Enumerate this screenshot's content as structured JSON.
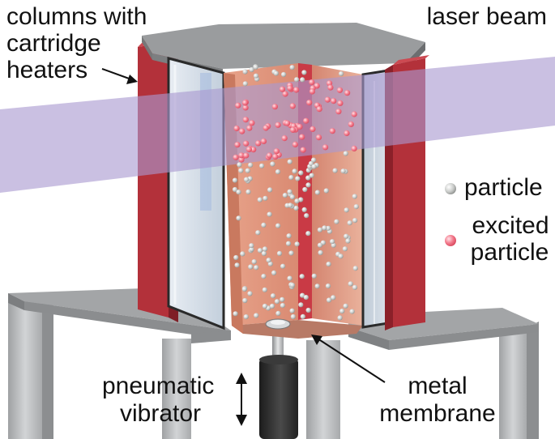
{
  "labels": {
    "heaters_line1": "columns with",
    "heaters_line2": "cartridge",
    "heaters_line3": "heaters",
    "laser": "laser beam",
    "particle": "particle",
    "excited_line1": "excited",
    "excited_line2": "particle",
    "vibrator_line1": "pneumatic",
    "vibrator_line2": "vibrator",
    "membrane_line1": "metal",
    "membrane_line2": "membrane"
  },
  "colors": {
    "heater_red": "#b3313a",
    "heater_dark": "#7f1e26",
    "plate_gray": "#8b8d8f",
    "plate_top": "#a3a5a7",
    "leg_gray": "#bfc1c3",
    "glass_blue": "#c9d6e3",
    "chamber_salmon": "#e39a82",
    "laser_violet": "#a99ad0",
    "particle_gray": "#c9cbc9",
    "excited_pink": "#f37b8d",
    "vibrator_black": "#2e2e2e"
  }
}
